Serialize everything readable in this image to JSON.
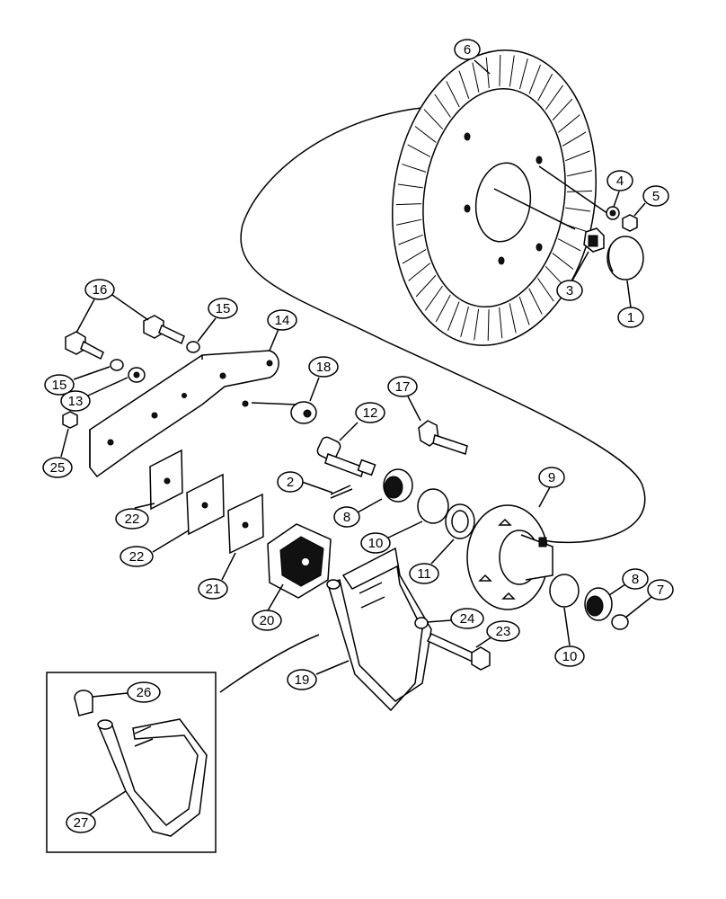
{
  "callouts": [
    {
      "id": "c1",
      "label": "1"
    },
    {
      "id": "c2",
      "label": "2"
    },
    {
      "id": "c3",
      "label": "3"
    },
    {
      "id": "c4",
      "label": "4"
    },
    {
      "id": "c5",
      "label": "5"
    },
    {
      "id": "c6",
      "label": "6"
    },
    {
      "id": "c7",
      "label": "7"
    },
    {
      "id": "c8a",
      "label": "8"
    },
    {
      "id": "c8b",
      "label": "8"
    },
    {
      "id": "c9",
      "label": "9"
    },
    {
      "id": "c10a",
      "label": "10"
    },
    {
      "id": "c10b",
      "label": "10"
    },
    {
      "id": "c11",
      "label": "11"
    },
    {
      "id": "c12",
      "label": "12"
    },
    {
      "id": "c13",
      "label": "13"
    },
    {
      "id": "c14",
      "label": "14"
    },
    {
      "id": "c15a",
      "label": "15"
    },
    {
      "id": "c15b",
      "label": "15"
    },
    {
      "id": "c16",
      "label": "16"
    },
    {
      "id": "c17",
      "label": "17"
    },
    {
      "id": "c18",
      "label": "18"
    },
    {
      "id": "c19",
      "label": "19"
    },
    {
      "id": "c20",
      "label": "20"
    },
    {
      "id": "c21",
      "label": "21"
    },
    {
      "id": "c22a",
      "label": "22"
    },
    {
      "id": "c22b",
      "label": "22"
    },
    {
      "id": "c23",
      "label": "23"
    },
    {
      "id": "c24",
      "label": "24"
    },
    {
      "id": "c25",
      "label": "25"
    },
    {
      "id": "c26",
      "label": "26"
    },
    {
      "id": "c27",
      "label": "27"
    }
  ]
}
